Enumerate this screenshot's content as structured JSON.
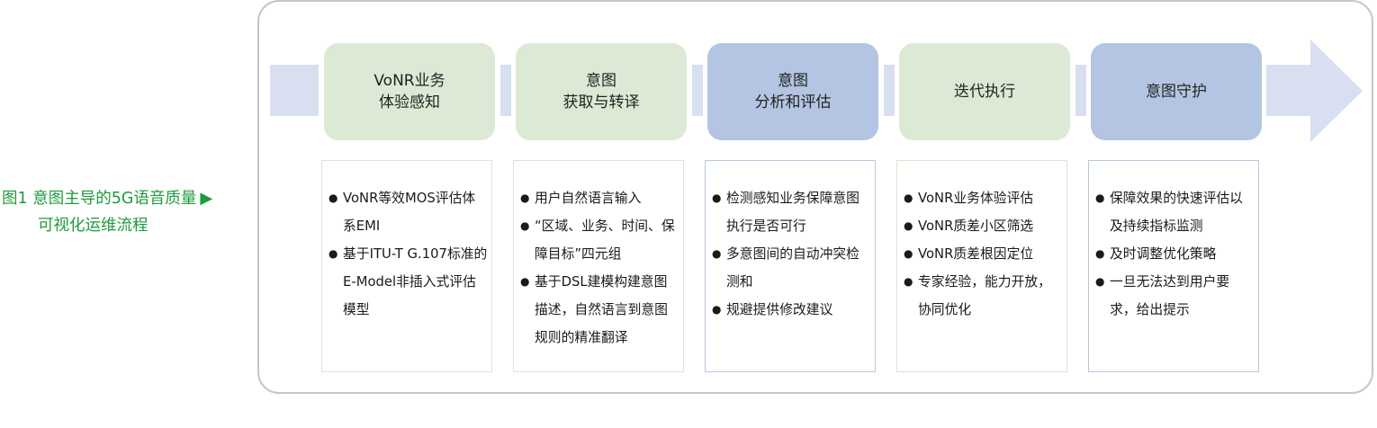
{
  "caption": {
    "line1": "图1  意图主导的5G语音质量",
    "line2": "可视化运维流程",
    "arrow": "▶"
  },
  "stages": [
    {
      "title": "VoNR业务\n体验感知",
      "style": "green",
      "items": [
        "VoNR等效MOS评估体系EMI",
        "基于ITU-T G.107标准的E-Model非插入式评估模型"
      ]
    },
    {
      "title": "意图\n获取与转译",
      "style": "green",
      "items": [
        "用户自然语言输入",
        "“区域、业务、时间、保障目标”四元组",
        "基于DSL建模构建意图描述，自然语言到意图规则的精准翻译"
      ]
    },
    {
      "title": "意图\n分析和评估",
      "style": "blue",
      "items": [
        "检测感知业务保障意图执行是否可行",
        "多意图间的自动冲突检测和",
        "规避提供修改建议"
      ]
    },
    {
      "title": "迭代执行",
      "style": "green",
      "items": [
        "VoNR业务体验评估",
        "VoNR质差小区筛选",
        "VoNR质差根因定位",
        "专家经验，能力开放，协同优化"
      ]
    },
    {
      "title": "意图守护",
      "style": "blue",
      "items": [
        "保障效果的快速评估以及持续指标监测",
        "及时调整优化策略",
        "一旦无法达到用户要求，给出提示"
      ]
    }
  ],
  "colors": {
    "green_stage": "#dce9d5",
    "blue_stage": "#b3c5e2",
    "band": "#d8dff0",
    "caption": "#1f9a3c"
  }
}
